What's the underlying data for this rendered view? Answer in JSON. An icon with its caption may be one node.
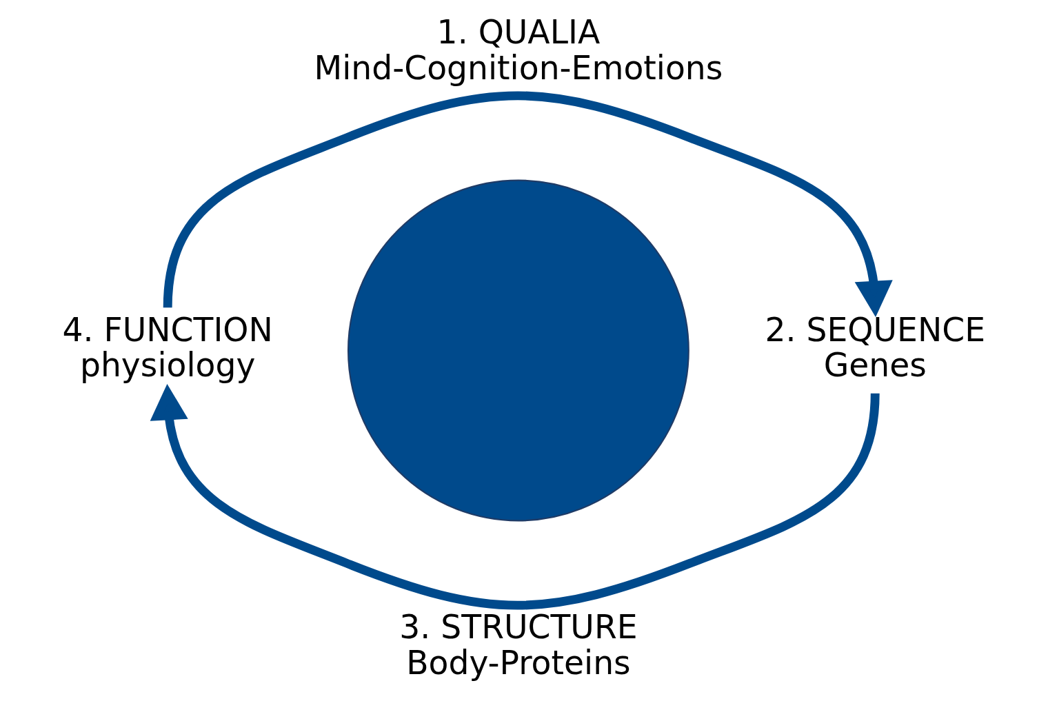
{
  "diagram": {
    "nodes": [
      {
        "text": [
          "1. QUALIA",
          "Mind-Cognition-Emotions"
        ]
      },
      {
        "text": [
          "4. FUNCTION",
          "physiology"
        ]
      },
      {
        "text": [],
        "shape": "circle"
      },
      {
        "text": [
          "2. SEQUENCE",
          "Genes"
        ]
      },
      {
        "text": [
          "3. STRUCTURE",
          "Body-Proteins"
        ]
      }
    ],
    "edges": [
      {
        "from": 1,
        "to": 3,
        "arrow": "to"
      },
      {
        "from": 3,
        "to": 1,
        "arrow": "to"
      }
    ]
  }
}
